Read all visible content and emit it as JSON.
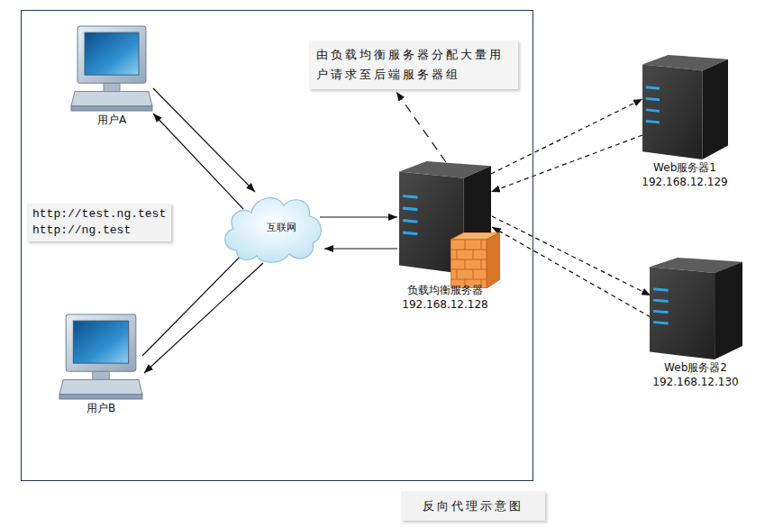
{
  "diagram": {
    "caption": "反向代理示意图",
    "nodes": [
      {
        "text": [
          "用户A"
        ]
      },
      {
        "text": [
          "由负载均衡服务器分配大量用户请求至后端服务器组"
        ]
      },
      {
        "text": [
          "Web服务器1",
          "192.168.12.129"
        ]
      },
      {
        "text": [
          "http://test.ng.test",
          "http://ng.test"
        ]
      },
      {
        "text": [
          "互联网"
        ]
      },
      {
        "text": [
          "负载均衡服务器",
          "192.168.12.128"
        ]
      },
      {
        "text": [
          "Web服务器2",
          "192.168.12.130"
        ]
      },
      {
        "text": [
          "用户B"
        ]
      }
    ],
    "edges": [
      {
        "from": 0,
        "to": 4,
        "arrow": "to"
      },
      {
        "from": 4,
        "to": 0,
        "arrow": "to"
      },
      {
        "from": 7,
        "to": 4,
        "arrow": "to"
      },
      {
        "from": 4,
        "to": 7,
        "arrow": "to"
      },
      {
        "from": 4,
        "to": 5,
        "arrow": "to"
      },
      {
        "from": 5,
        "to": 4,
        "arrow": "to"
      },
      {
        "from": 5,
        "to": 2,
        "arrow": "to"
      },
      {
        "from": 2,
        "to": 5,
        "arrow": "to"
      },
      {
        "from": 5,
        "to": 6,
        "arrow": "to"
      },
      {
        "from": 6,
        "to": 5,
        "arrow": "to"
      },
      {
        "from": 5,
        "to": 1,
        "arrow": "to"
      }
    ]
  }
}
